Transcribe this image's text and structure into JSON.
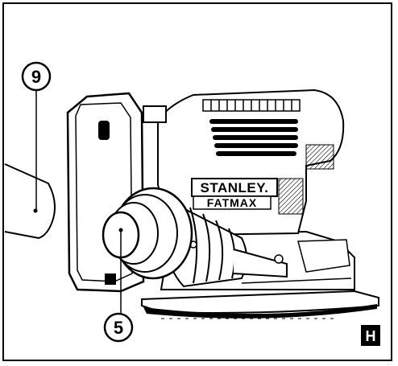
{
  "figure": {
    "label": "H",
    "callouts": [
      {
        "number": "9",
        "part": "dust-bag-port"
      },
      {
        "number": "5",
        "part": "dust-extraction-adapter"
      }
    ],
    "brand": {
      "name": "STANLEY.",
      "sub": "FATMAX"
    },
    "icons": [
      "orbital-sander-illustration",
      "dust-bag-illustration"
    ]
  }
}
